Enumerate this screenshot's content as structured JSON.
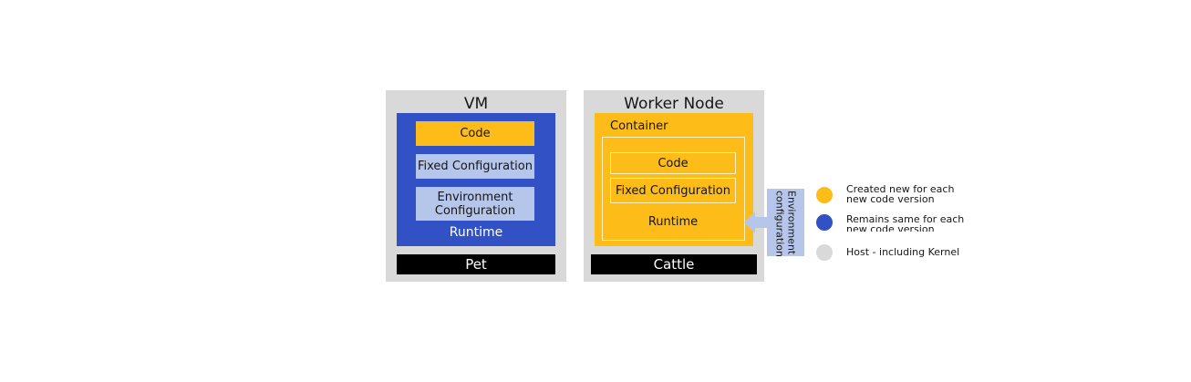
{
  "vm": {
    "title": "VM",
    "code": "Code",
    "fixed_config": "Fixed Configuration",
    "env_config": "Environment Configuration",
    "runtime": "Runtime",
    "footer": "Pet"
  },
  "worker": {
    "title": "Worker Node",
    "container": "Container",
    "code": "Code",
    "fixed_config": "Fixed Configuration",
    "runtime": "Runtime",
    "footer": "Cattle",
    "env_config": "Environment configuration"
  },
  "legend": [
    {
      "label": "Created new for each new code version",
      "color": "#fdbc17"
    },
    {
      "label": "Remains same for each new code version",
      "color": "#3151c4"
    },
    {
      "label": "Host - including Kernel",
      "color": "#d9d9d9"
    }
  ]
}
